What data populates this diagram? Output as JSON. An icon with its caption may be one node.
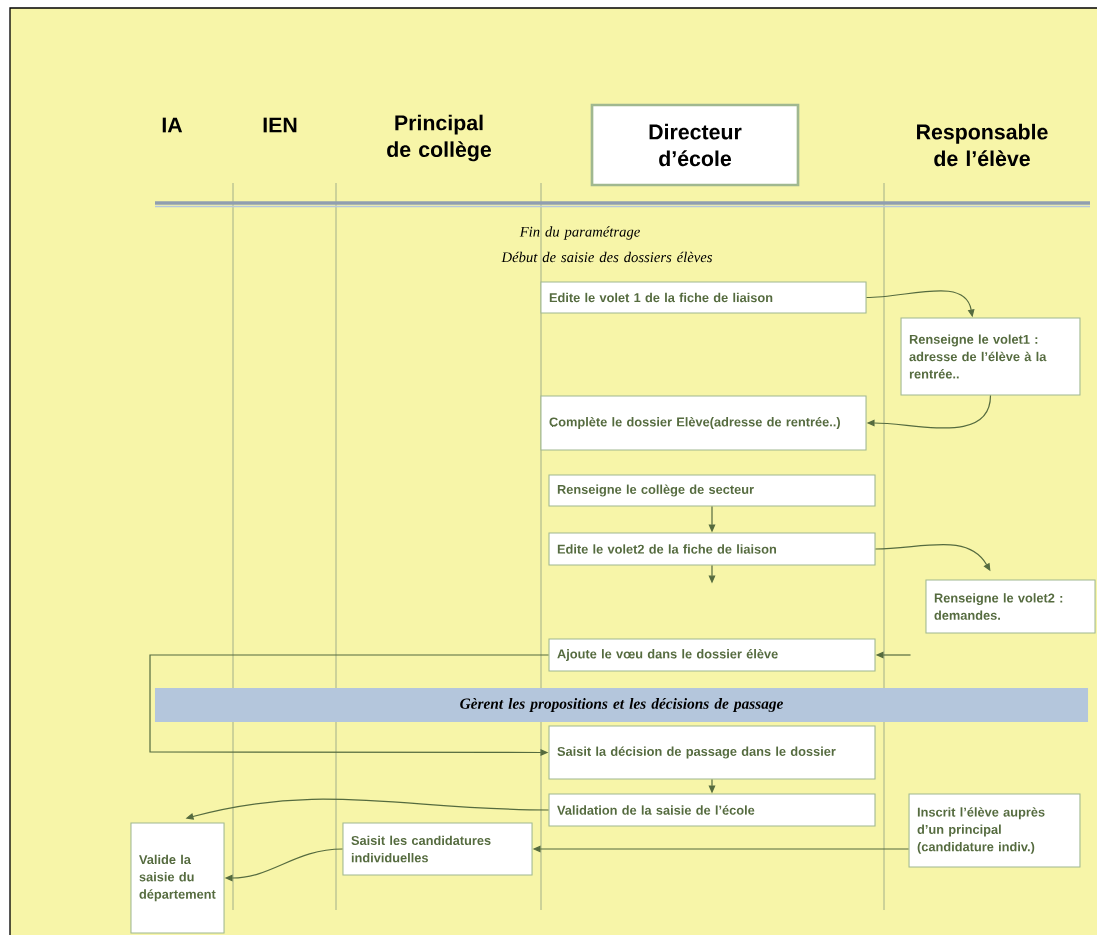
{
  "diagram": {
    "nodes": [
      {
        "text": [
          "Directeur d’école"
        ]
      },
      {
        "text": [
          "Edite le volet 1 de la fiche de liaison"
        ]
      },
      {
        "text": [
          "Renseigne le volet1 : adresse de l’élève à la rentrée.."
        ]
      },
      {
        "text": [
          "Complète le dossier Elève(adresse de rentrée..)"
        ]
      },
      {
        "text": [
          "Renseigne le collège de secteur"
        ]
      },
      {
        "text": [
          "Edite le volet2 de la fiche de liaison"
        ]
      },
      {
        "text": [
          "Renseigne le volet2 : demandes."
        ]
      },
      {
        "text": [
          "Ajoute le vœu dans le dossier élève"
        ]
      },
      {
        "text": [
          "Gèrent les propositions et les décisions de passage"
        ]
      },
      {
        "text": [
          "Saisit la décision de passage dans le dossier"
        ]
      },
      {
        "text": [
          "Validation de la saisie de l’école"
        ]
      },
      {
        "text": [
          "Inscrit l’élève auprès d’un principal (candidature indiv.)"
        ]
      },
      {
        "text": [
          "Saisit les candidatures individuelles"
        ]
      },
      {
        "text": [
          "Valide la saisie du département"
        ]
      }
    ],
    "edges": [
      {
        "from": 1,
        "to": 2,
        "arrow": "to"
      },
      {
        "from": 2,
        "to": 3,
        "arrow": "to"
      },
      {
        "from": 4,
        "to": 5,
        "arrow": "to"
      },
      {
        "from": 5,
        "to": null,
        "arrow": "to"
      },
      {
        "from": 5,
        "to": 6,
        "arrow": "to"
      },
      {
        "from": null,
        "to": 7,
        "arrow": "to"
      },
      {
        "from": 7,
        "to": 9,
        "arrow": "to"
      },
      {
        "from": 9,
        "to": 10,
        "arrow": "to"
      },
      {
        "from": 10,
        "to": 13,
        "arrow": "to"
      },
      {
        "from": 12,
        "to": 13,
        "arrow": "to"
      },
      {
        "from": 11,
        "to": 12,
        "arrow": "to"
      }
    ],
    "labels": [
      "IA",
      "IEN",
      "Principal de collège",
      "Responsable de l’élève",
      "Fin du paramétrage",
      "Début de saisie des dossiers élèves"
    ]
  }
}
